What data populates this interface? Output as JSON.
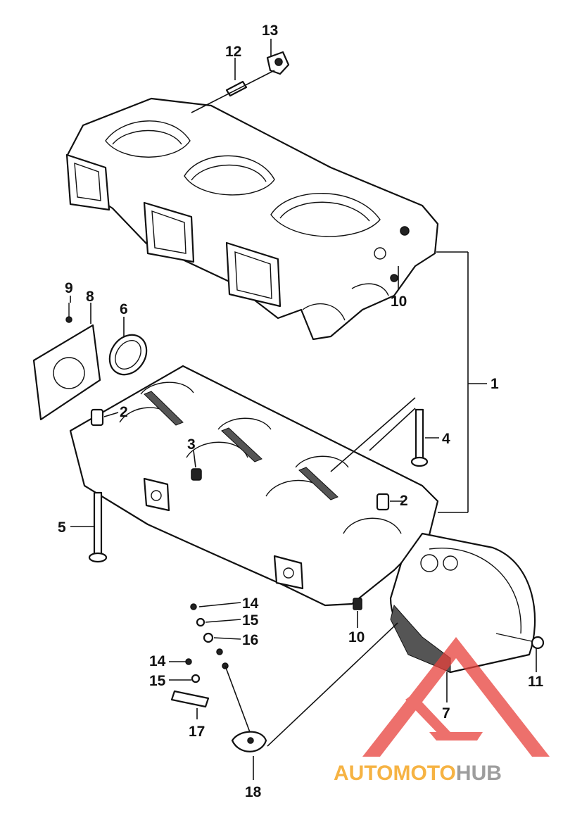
{
  "diagram": {
    "callouts": [
      {
        "id": "c1",
        "label": "1"
      },
      {
        "id": "c2a",
        "label": "2"
      },
      {
        "id": "c2b",
        "label": "2"
      },
      {
        "id": "c3",
        "label": "3"
      },
      {
        "id": "c4",
        "label": "4"
      },
      {
        "id": "c5",
        "label": "5"
      },
      {
        "id": "c6",
        "label": "6"
      },
      {
        "id": "c7",
        "label": "7"
      },
      {
        "id": "c8",
        "label": "8"
      },
      {
        "id": "c9",
        "label": "9"
      },
      {
        "id": "c10a",
        "label": "10"
      },
      {
        "id": "c10b",
        "label": "10"
      },
      {
        "id": "c11",
        "label": "11"
      },
      {
        "id": "c12",
        "label": "12"
      },
      {
        "id": "c13",
        "label": "13"
      },
      {
        "id": "c14a",
        "label": "14"
      },
      {
        "id": "c14b",
        "label": "14"
      },
      {
        "id": "c15a",
        "label": "15"
      },
      {
        "id": "c15b",
        "label": "15"
      },
      {
        "id": "c16",
        "label": "16"
      },
      {
        "id": "c17",
        "label": "17"
      },
      {
        "id": "c18",
        "label": "18"
      }
    ]
  },
  "watermark": {
    "part1": "AUTO",
    "part2": "MOTO",
    "part3": "HUB",
    "color_red": "#e8413c",
    "color_orange": "#f5a623",
    "color_gray": "#8c8c8c"
  }
}
